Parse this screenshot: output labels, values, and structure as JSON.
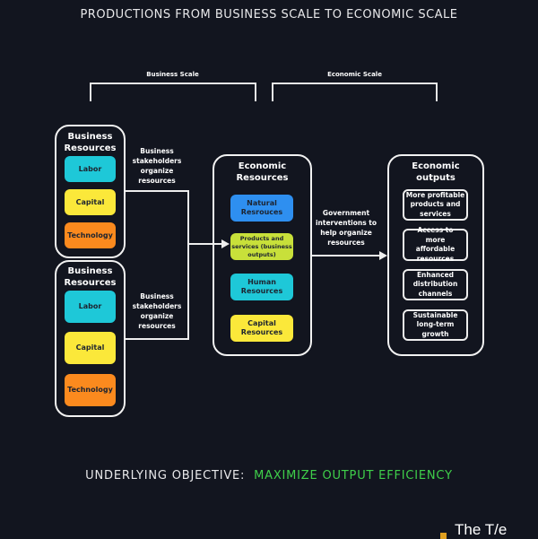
{
  "title": "PRODUCTIONS FROM BUSINESS SCALE TO ECONOMIC SCALE",
  "scales": {
    "business": "Business Scale",
    "economic": "Economic Scale"
  },
  "business_boxes": [
    {
      "title": "Business Resources",
      "items": [
        "Labor",
        "Capital",
        "Technology"
      ]
    },
    {
      "title": "Business Resources",
      "items": [
        "Labor",
        "Capital",
        "Technology"
      ]
    }
  ],
  "business_note": "Business stakeholders organize resources",
  "economic_resources": {
    "title": "Economic Resources",
    "items": [
      "Natural Resrouces",
      "Products and services (business outputs)",
      "Human Resources",
      "Capital Resources"
    ]
  },
  "government_note": "Government interventions to help organize resources",
  "economic_outputs": {
    "title": "Economic outputs",
    "items": [
      "More profitable products and services",
      "Access to more affordable resources",
      "Enhanced distribution channels",
      "Sustainable long-term growth"
    ]
  },
  "objective": {
    "label": "UNDERLYING OBJECTIVE:",
    "value": "MAXIMIZE OUTPUT EFFICIENCY"
  },
  "logo": "The T/e",
  "colors": {
    "cyan": "#1ec8d8",
    "yellow": "#fbe83a",
    "orange": "#fb8a1e",
    "blue": "#2e8ff0",
    "lime": "#c8e03a",
    "green": "#3fcf4a"
  }
}
